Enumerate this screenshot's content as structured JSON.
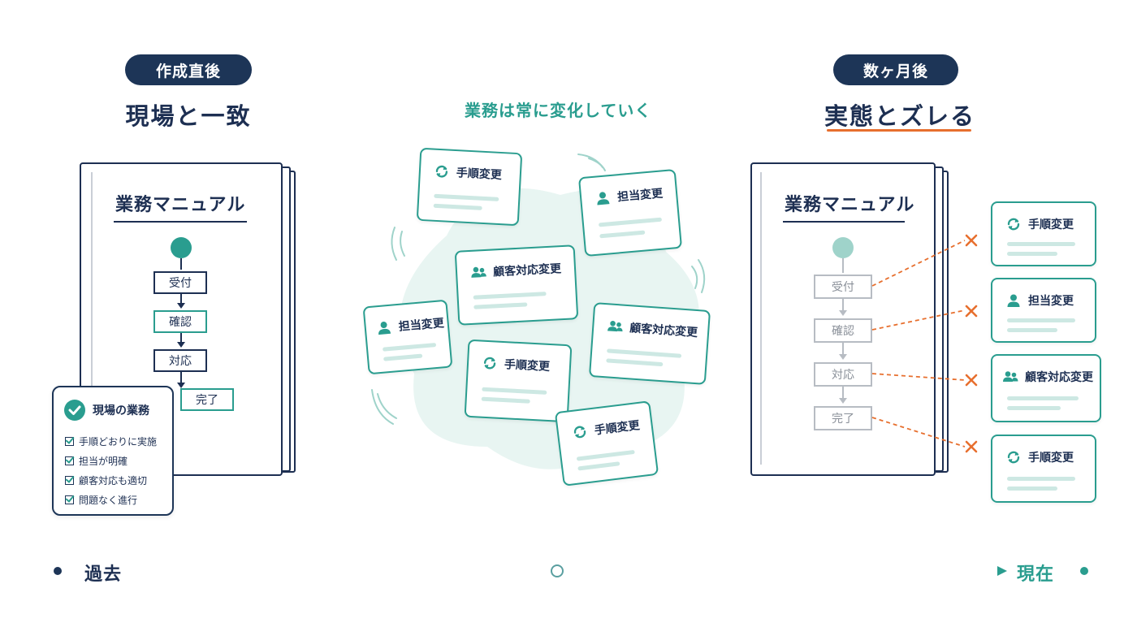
{
  "left": {
    "badge": "作成直後",
    "heading": "現場と一致",
    "book_title": "業務マニュアル",
    "steps": [
      "受付",
      "確認",
      "対応",
      "完了"
    ],
    "panel": {
      "title": "現場の業務",
      "items": [
        "手順どおりに実施",
        "担当が明確",
        "顧客対応も適切",
        "問題なく進行"
      ]
    }
  },
  "middle": {
    "tagline": "業務は常に変化していく",
    "cards": [
      {
        "label": "手順変更",
        "icon": "refresh-icon"
      },
      {
        "label": "担当変更",
        "icon": "person-icon"
      },
      {
        "label": "顧客対応変更",
        "icon": "people-icon"
      },
      {
        "label": "担当変更",
        "icon": "person-icon"
      },
      {
        "label": "顧客対応変更",
        "icon": "people-icon"
      },
      {
        "label": "手順変更",
        "icon": "refresh-icon"
      },
      {
        "label": "手順変更",
        "icon": "refresh-icon"
      }
    ]
  },
  "right": {
    "badge": "数ヶ月後",
    "heading": "実態とズレる",
    "book_title": "業務マニュアル",
    "steps": [
      "受付",
      "確認",
      "対応",
      "完了"
    ],
    "cards": [
      {
        "label": "手順変更",
        "icon": "refresh-icon"
      },
      {
        "label": "担当変更",
        "icon": "person-icon"
      },
      {
        "label": "顧客対応変更",
        "icon": "people-icon"
      },
      {
        "label": "手順変更",
        "icon": "refresh-icon"
      }
    ]
  },
  "timeline": {
    "start": "過去",
    "end": "現在"
  },
  "colors": {
    "navy": "#1d3557",
    "teal": "#2a9d8f",
    "accent": "#e76f2e",
    "grey": "#b7bcc3"
  }
}
